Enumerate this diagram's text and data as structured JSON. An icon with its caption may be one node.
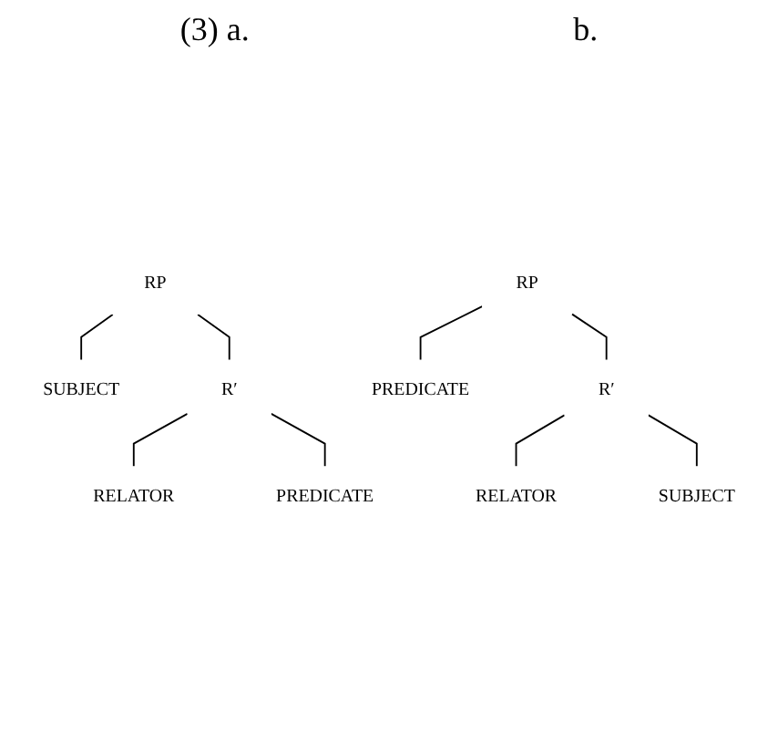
{
  "diagram": {
    "nodes": [
      {
        "text": [
          "RP"
        ]
      },
      {
        "text": [
          "SUBJECT"
        ]
      },
      {
        "text": [
          "R′"
        ]
      },
      {
        "text": [
          "RELATOR"
        ]
      },
      {
        "text": [
          "PREDICATE"
        ]
      },
      {
        "text": [
          "RP"
        ]
      },
      {
        "text": [
          "PREDICATE"
        ]
      },
      {
        "text": [
          "R′"
        ]
      },
      {
        "text": [
          "RELATOR"
        ]
      },
      {
        "text": [
          "SUBJECT"
        ]
      }
    ],
    "edges": [
      {
        "from": 0,
        "to": 1,
        "arrow": "none"
      },
      {
        "from": 0,
        "to": 2,
        "arrow": "none"
      },
      {
        "from": 2,
        "to": 3,
        "arrow": "none"
      },
      {
        "from": 2,
        "to": 4,
        "arrow": "none"
      },
      {
        "from": 5,
        "to": 6,
        "arrow": "none"
      },
      {
        "from": 5,
        "to": 7,
        "arrow": "none"
      },
      {
        "from": 7,
        "to": 8,
        "arrow": "none"
      },
      {
        "from": 7,
        "to": 9,
        "arrow": "none"
      }
    ],
    "labels": [
      "(3) a.",
      "b."
    ]
  }
}
